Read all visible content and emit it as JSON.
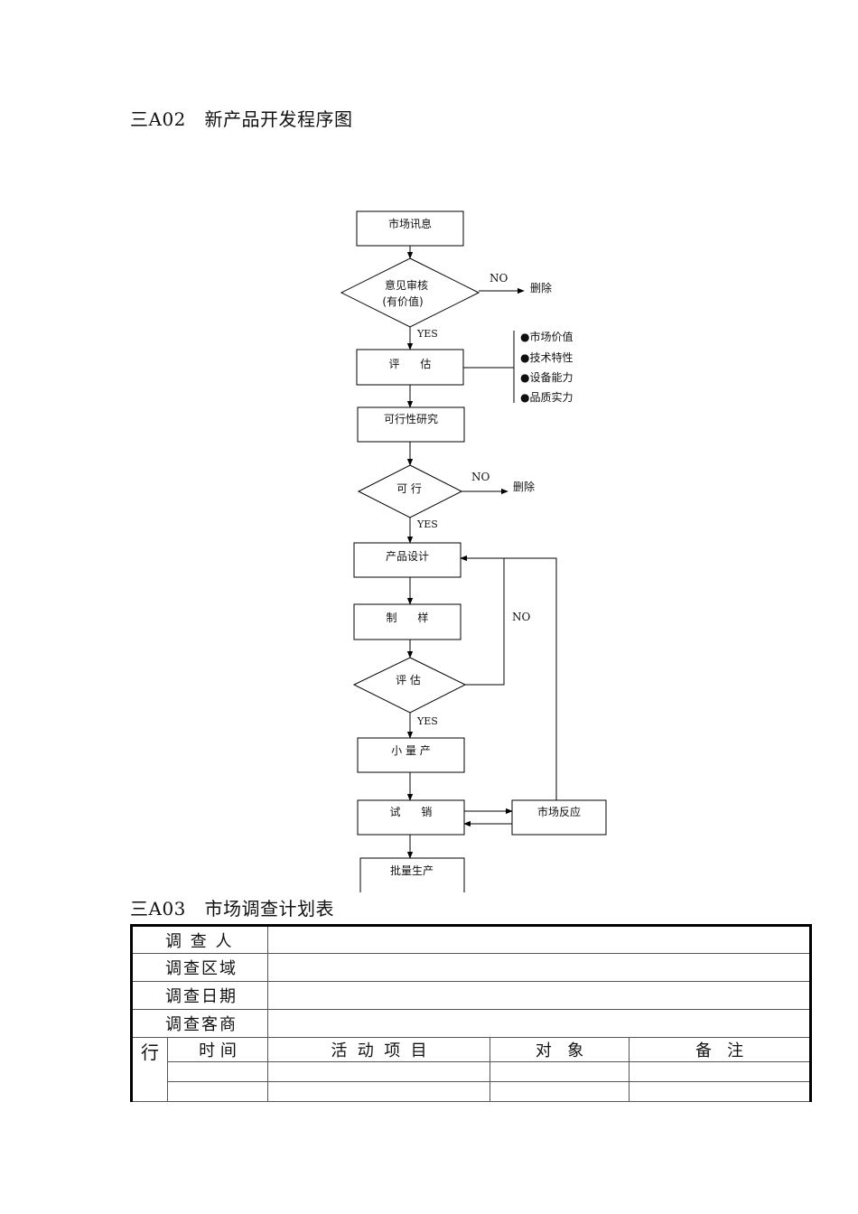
{
  "section1": {
    "title": "三A02   新产品开发程序图"
  },
  "flowchart": {
    "market_info": "市场讯息",
    "review_line1": "意见审核",
    "review_line2": "(有价值)",
    "no1": "NO",
    "delete1": "删除",
    "yes1": "YES",
    "evaluate1": "评      估",
    "criteria": [
      "●市场价值",
      "●技术特性",
      "●设备能力",
      "●品质实力"
    ],
    "feasibility": "可行性研究",
    "feasible": "可 行",
    "no2": "NO",
    "delete2": "删除",
    "yes2": "YES",
    "design": "产品设计",
    "sample": "制      样",
    "evaluate2": "评 估",
    "no3": "NO",
    "yes3": "YES",
    "small_batch": "小 量 产",
    "trial_sale": "试      销",
    "market_response": "市场反应",
    "mass_production": "批量生产"
  },
  "section2": {
    "title": "三A03   市场调查计划表",
    "rows": [
      {
        "label": "调 查 人"
      },
      {
        "label": "调查区域"
      },
      {
        "label": "调查日期"
      },
      {
        "label": "调查客商"
      }
    ],
    "row_group_label": "行",
    "columns": [
      "时 间",
      "活  动  项  目",
      "对   象",
      "备   注"
    ]
  }
}
